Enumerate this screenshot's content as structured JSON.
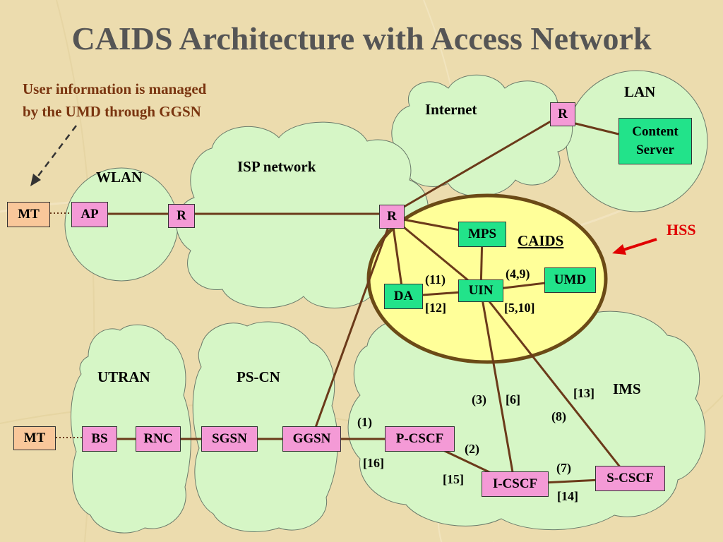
{
  "title": "CAIDS Architecture with Access Network",
  "note": {
    "line1": "User information is managed",
    "line2": "by the UMD through GGSN"
  },
  "regions": {
    "lan": "LAN",
    "internet": "Internet",
    "isp": "ISP network",
    "wlan": "WLAN",
    "caids": "CAIDS",
    "utran": "UTRAN",
    "pscn": "PS-CN",
    "ims": "IMS",
    "hss": "HSS"
  },
  "nodes": {
    "mt_top": "MT",
    "ap": "AP",
    "r_wlan": "R",
    "r_isp": "R",
    "r_internet": "R",
    "content_server_l1": "Content",
    "content_server_l2": "Server",
    "mps": "MPS",
    "uin": "UIN",
    "da": "DA",
    "umd": "UMD",
    "mt_bottom": "MT",
    "bs": "BS",
    "rnc": "RNC",
    "sgsn": "SGSN",
    "ggsn": "GGSN",
    "pcscf": "P-CSCF",
    "icscf": "I-CSCF",
    "scscf": "S-CSCF"
  },
  "steps": {
    "s11": "(11)",
    "s12": "[12]",
    "s49": "(4,9)",
    "s510": "[5,10]",
    "s3": "(3)",
    "s6": "[6]",
    "s13": "[13]",
    "s8": "(8)",
    "s1": "(1)",
    "s16": "[16]",
    "s2": "(2)",
    "s7": "(7)",
    "s15": "[15]",
    "s14": "[14]"
  },
  "colors": {
    "cloud": "#d6f6c6",
    "node_pink": "#f49ad6",
    "node_green": "#22e38a",
    "node_orange": "#f9c79a",
    "caids_fill": "#ffff99",
    "caids_border": "#6b4a16",
    "link": "#6b3a1a",
    "hss_red": "#e00000"
  }
}
